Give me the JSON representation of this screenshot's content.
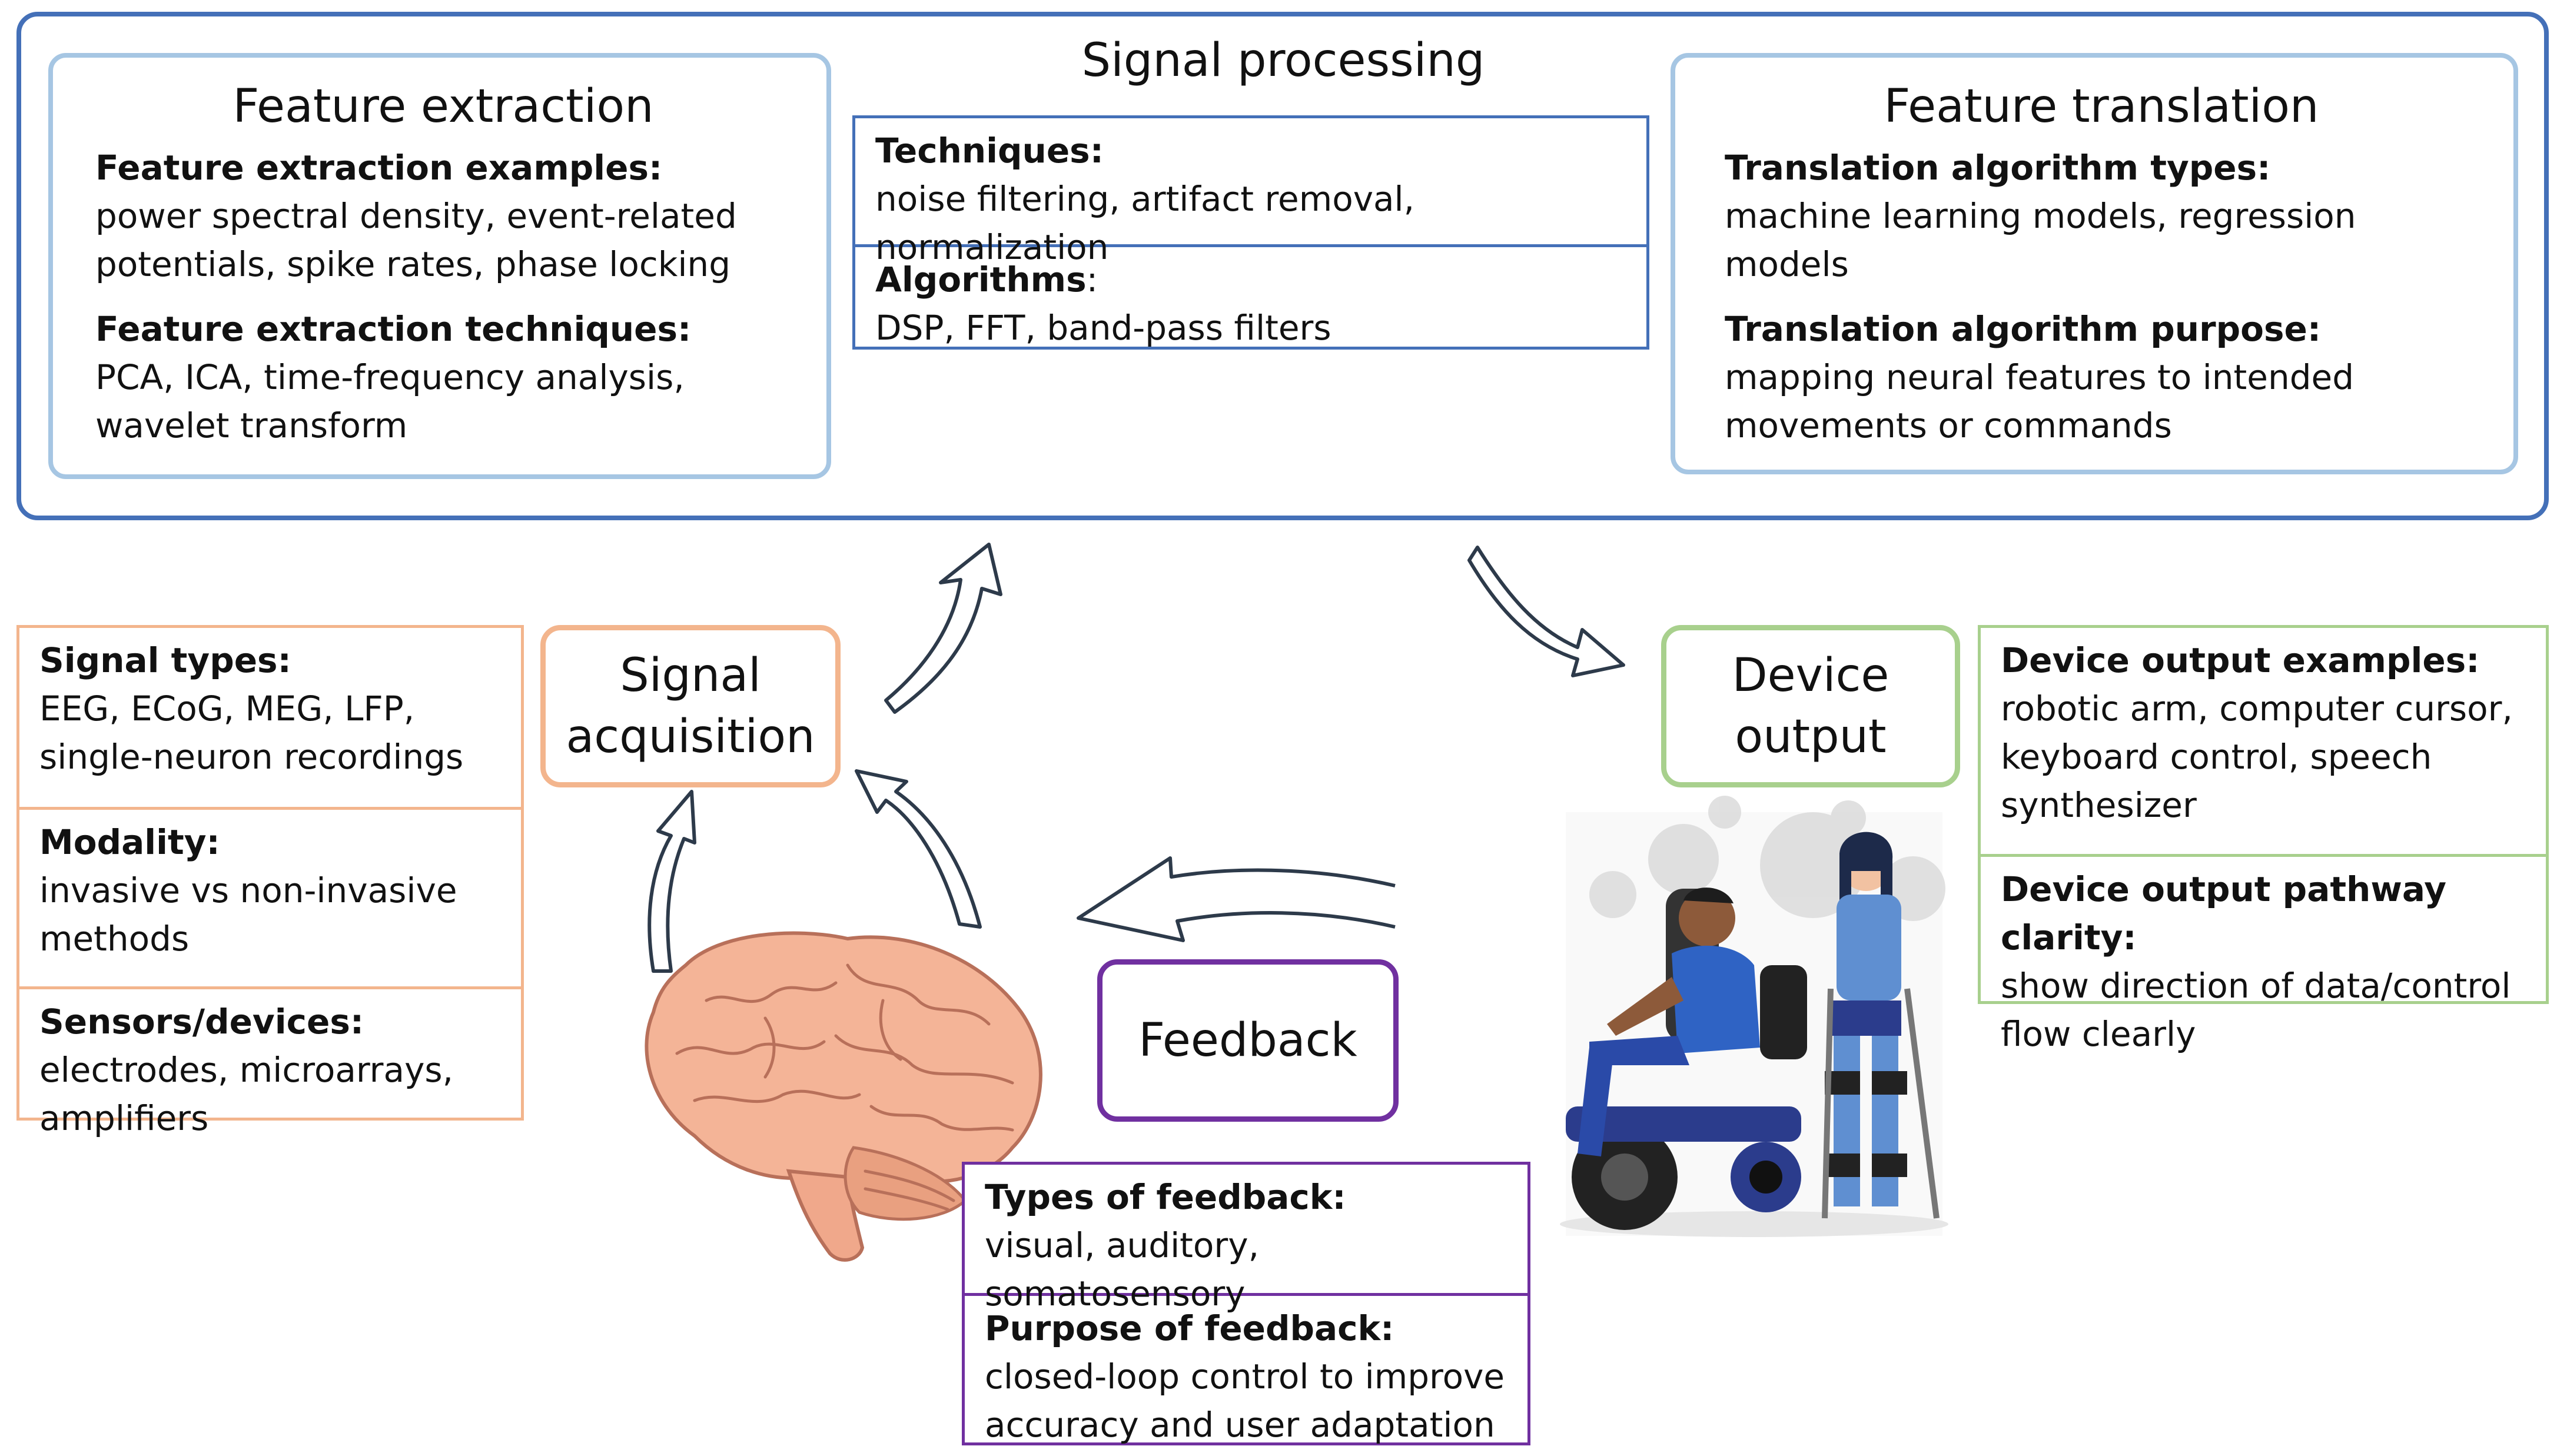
{
  "signal_processing": {
    "title": "Signal processing",
    "techniques_label": "Techniques:",
    "techniques_text": "noise filtering, artifact removal, normalization",
    "algorithms_label": "Algorithms",
    "algorithms_colon": ":",
    "algorithms_text": "DSP, FFT, band-pass filters"
  },
  "feature_extraction": {
    "title": "Feature extraction",
    "examples_label": "Feature extraction examples:",
    "examples_text": "power spectral density, event-related potentials, spike rates, phase locking",
    "techniques_label": "Feature extraction techniques:",
    "techniques_text": "PCA, ICA, time-frequency analysis, wavelet transform"
  },
  "feature_translation": {
    "title": "Feature translation",
    "types_label": "Translation algorithm types:",
    "types_text": "machine learning models, regression models",
    "purpose_label": "Translation algorithm purpose:",
    "purpose_text": "mapping neural features to intended movements or commands"
  },
  "signal_acquisition": {
    "title_line1": "Signal",
    "title_line2": "acquisition",
    "signal_types_label": "Signal types:",
    "signal_types_text": "EEG, ECoG, MEG, LFP, single-neuron recordings",
    "modality_label": "Modality:",
    "modality_text": "invasive vs non-invasive methods",
    "sensors_label": "Sensors/devices:",
    "sensors_text": "electrodes, microarrays, amplifiers"
  },
  "device_output": {
    "title_line1": "Device",
    "title_line2": "output",
    "examples_label": "Device output examples:",
    "examples_text": "robotic arm, computer cursor, keyboard control, speech synthesizer",
    "clarity_label": "Device output pathway clarity:",
    "clarity_text": "show direction of data/control flow clearly"
  },
  "feedback": {
    "title": "Feedback",
    "types_label": "Types of feedback:",
    "types_text": "visual, auditory, somatosensory",
    "purpose_label": "Purpose of feedback:",
    "purpose_text": "closed-loop control to improve accuracy and user adaptation"
  },
  "colors": {
    "processing_frame": "#4470b8",
    "inner_panels": "#a6c6e3",
    "acquisition": "#f3b58d",
    "device_output": "#a8d08d",
    "feedback": "#7030a0",
    "brain": "#f2b393"
  },
  "illustrations": {
    "brain": "brain-illustration",
    "device": "wheelchair-and-exoskeleton-illustration"
  }
}
